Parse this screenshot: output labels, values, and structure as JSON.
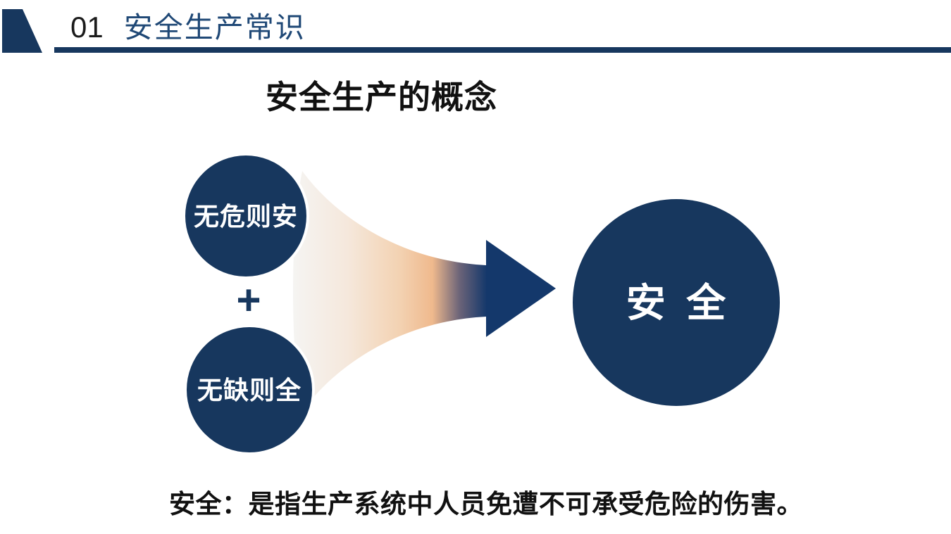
{
  "slide": {
    "header": {
      "section_number": "01",
      "section_title": "安全生产常识"
    },
    "title": "安全生产的概念",
    "diagram": {
      "source_top": "无危则安",
      "plus": "+",
      "source_bottom": "无缺则全",
      "result": "安 全"
    },
    "caption": "安全：是指生产系统中人员免遭不可承受危险的伤害。"
  },
  "colors": {
    "navy": "#17375E",
    "header_title": "#1F4876",
    "arrow_navy": "#14386B",
    "funnel_start": "#F5F4F2",
    "funnel_mid": "#F3D2B2",
    "funnel_peach": "#EFB98D",
    "funnel_blend": "#6B6378",
    "text_black": "#111111"
  }
}
